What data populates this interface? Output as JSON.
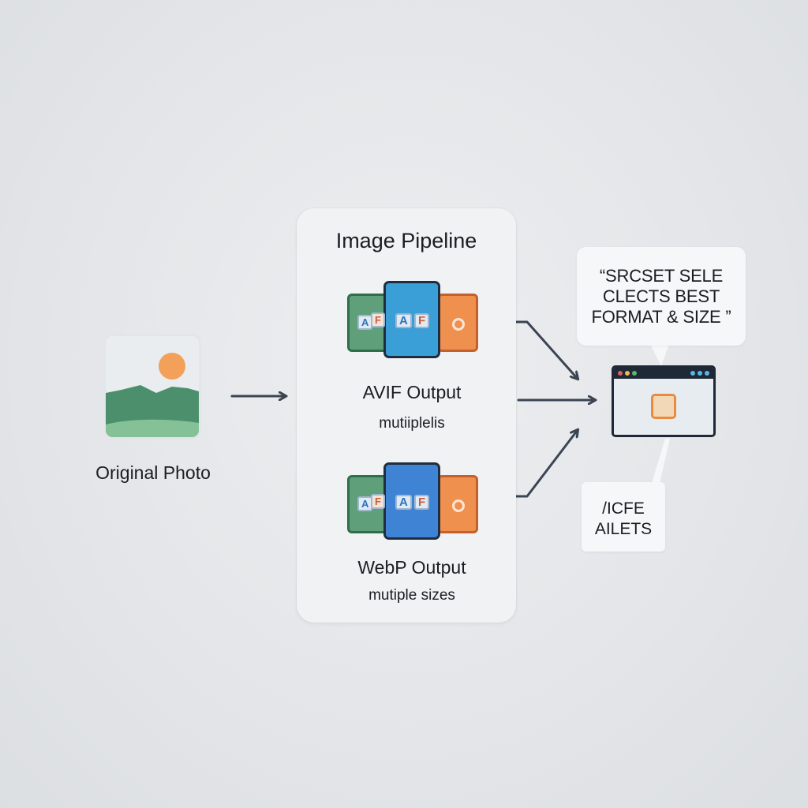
{
  "original": {
    "label": "Original Photo"
  },
  "pipeline": {
    "title": "Image Pipeline",
    "avif": {
      "title": "AVIF Output",
      "subtitle": "mutiiplelis",
      "tag_a": "A",
      "tag_f": "F",
      "mid_a": "A",
      "mid_f": "F"
    },
    "webp": {
      "title": "WebP Output",
      "subtitle": "mutiple sizes",
      "tag_a": "A",
      "tag_f": "F",
      "mid_a": "A",
      "mid_f": "F"
    }
  },
  "browser": {
    "bubble_text": "“SRCSET SELE\nCLECTS BEST\nFORMAT & SIZE ”",
    "note_text": "/ICFE\nAILETS"
  },
  "colors": {
    "arrow": "#3a4452",
    "photo_sky": "#e9edf0",
    "photo_sun": "#f2a05a",
    "photo_hill_dark": "#4c8f6d",
    "photo_hill_light": "#85c196",
    "avif_main": "#3a9fd6",
    "webp_main": "#3e83d4",
    "card_green": "#5fa07a",
    "card_orange": "#f0904f"
  },
  "icons": {
    "photo": "landscape-photo-icon",
    "browser": "browser-window-icon",
    "format_stack": "image-format-stack-icon"
  }
}
